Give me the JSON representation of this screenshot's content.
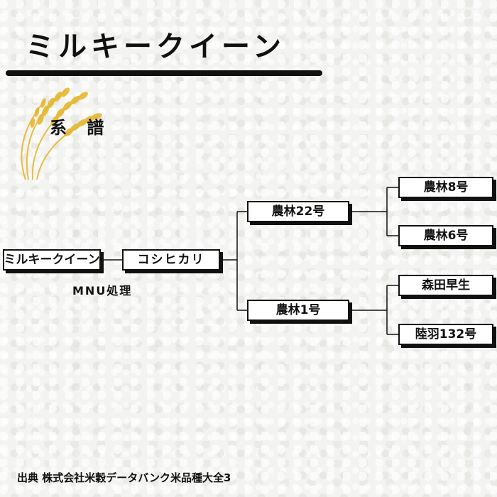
{
  "title": "ミルキークイーン",
  "section_label": "系 譜",
  "icon": "rice-ear-icon",
  "colors": {
    "line": "#111111",
    "box_fill": "#ffffff",
    "rice": "#e6b830"
  },
  "pedigree": {
    "variety": "ミルキークイーン",
    "treatment": "MNU処理",
    "parent": "コシヒカリ",
    "grandparents": [
      "農林22号",
      "農林1号"
    ],
    "great_grandparents": [
      "農林8号",
      "農林6号",
      "森田早生",
      "陸羽132号"
    ]
  },
  "source": "出典 株式会社米穀データバンク米品種大全3"
}
